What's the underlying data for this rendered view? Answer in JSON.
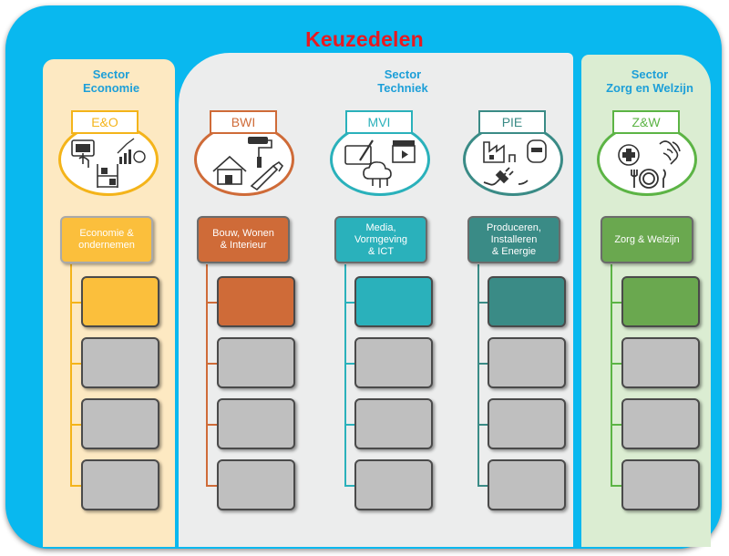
{
  "title": "Keuzedelen",
  "sectors": {
    "economie": {
      "line1": "Sector",
      "line2": "Economie"
    },
    "techniek": {
      "line1": "Sector",
      "line2": "Techniek"
    },
    "zorg": {
      "line1": "Sector",
      "line2": "Zorg en Welzijn"
    }
  },
  "columns": [
    {
      "code": "E&O",
      "heading": "Economie &\nondernemen",
      "color": "#fbbf3c",
      "icons": [
        "touchscreen-icon",
        "growth-chart-icon",
        "warehouse-rack-icon"
      ]
    },
    {
      "code": "BWI",
      "heading": "Bouw, Wonen\n& Interieur",
      "color": "#cf6b38",
      "icons": [
        "house-icon",
        "paint-roller-icon",
        "saw-icon"
      ]
    },
    {
      "code": "MVI",
      "heading": "Media,\nVormgeving\n& ICT",
      "color": "#2ab1bb",
      "icons": [
        "drawing-tablet-icon",
        "clapperboard-icon",
        "cloud-network-icon"
      ]
    },
    {
      "code": "PIE",
      "heading": "Produceren,\nInstalleren\n& Energie",
      "color": "#3a8b86",
      "icons": [
        "factory-icon",
        "welding-mask-icon",
        "power-plug-icon"
      ]
    },
    {
      "code": "Z&W",
      "heading": "Zorg & Welzijn",
      "color": "#6aa84f",
      "icons": [
        "medical-cross-icon",
        "caring-hands-icon",
        "plate-cutlery-icon"
      ]
    }
  ],
  "colors": {
    "frame": "#09b8ef",
    "title": "#e81920",
    "sector_text": "#1d9fd8",
    "eo_background": "#fde9c2",
    "techniek_background": "#eceded",
    "zw_background": "#dbedd2",
    "empty_box": "#bfbfbf",
    "eo_ring": "#f4b41a",
    "zw_ring": "#5cb445"
  }
}
